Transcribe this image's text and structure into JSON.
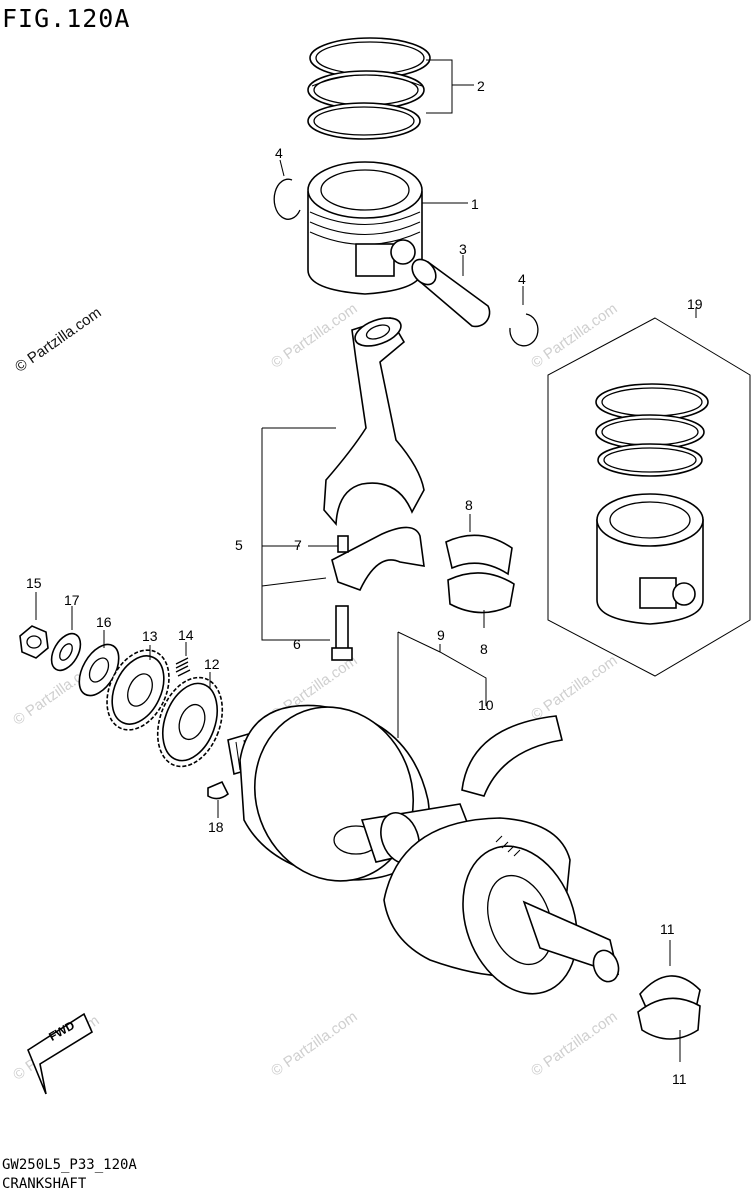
{
  "figure": {
    "title": "FIG.120A",
    "model_code": "GW250L5_P33_120A",
    "caption": "CRANKSHAFT"
  },
  "watermark": {
    "text": "© Partzilla.com"
  },
  "fwd_label": "FWD",
  "callouts": [
    "1",
    "2",
    "3",
    "4",
    "4",
    "5",
    "6",
    "7",
    "8",
    "8",
    "9",
    "10",
    "11",
    "11",
    "12",
    "13",
    "14",
    "15",
    "16",
    "17",
    "18",
    "19"
  ]
}
